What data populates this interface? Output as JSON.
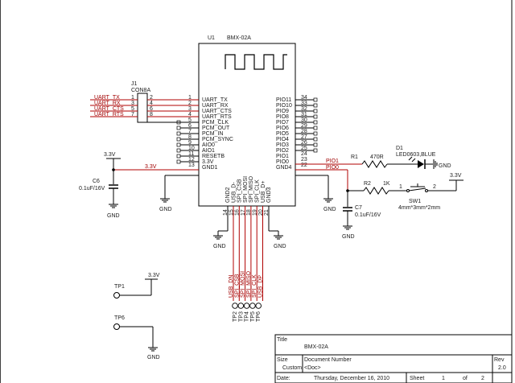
{
  "chip": {
    "ref": "U1",
    "value": "BMX-02A",
    "left_pins": [
      {
        "num": "1",
        "name": "UART_TX"
      },
      {
        "num": "2",
        "name": "UART_RX"
      },
      {
        "num": "3",
        "name": "UART_CTS"
      },
      {
        "num": "4",
        "name": "UART_RTS"
      },
      {
        "num": "5",
        "name": "PCM_CLK"
      },
      {
        "num": "6",
        "name": "PCM_OUT"
      },
      {
        "num": "7",
        "name": "PCM_IN"
      },
      {
        "num": "8",
        "name": "PCM_SYNC"
      },
      {
        "num": "9",
        "name": "AIO0"
      },
      {
        "num": "10",
        "name": "AIO1"
      },
      {
        "num": "11",
        "name": "RESETB"
      },
      {
        "num": "12",
        "name": "3.3V"
      },
      {
        "num": "13",
        "name": "GND1"
      }
    ],
    "right_pins": [
      {
        "num": "34",
        "name": "PIO11"
      },
      {
        "num": "33",
        "name": "PIO10"
      },
      {
        "num": "32",
        "name": "PIO9"
      },
      {
        "num": "31",
        "name": "PIO8"
      },
      {
        "num": "30",
        "name": "PIO7"
      },
      {
        "num": "29",
        "name": "PIO6"
      },
      {
        "num": "28",
        "name": "PIO5"
      },
      {
        "num": "27",
        "name": "PIO4"
      },
      {
        "num": "26",
        "name": "PIO3"
      },
      {
        "num": "25",
        "name": "PIO2"
      },
      {
        "num": "24",
        "name": "PIO1"
      },
      {
        "num": "23",
        "name": "PIO0"
      },
      {
        "num": "22",
        "name": "GND4"
      }
    ],
    "bottom_pins": [
      {
        "num": "14",
        "name": "GND2"
      },
      {
        "num": "15",
        "name": "USB_D-"
      },
      {
        "num": "16",
        "name": "SPI_CSB"
      },
      {
        "num": "17",
        "name": "SPI_MOSI"
      },
      {
        "num": "18",
        "name": "SPI_MISO"
      },
      {
        "num": "19",
        "name": "SPI_CLK"
      },
      {
        "num": "20",
        "name": "USB_D+"
      },
      {
        "num": "21",
        "name": "GND3"
      }
    ]
  },
  "connector": {
    "ref": "J1",
    "value": "CON8A",
    "pins": [
      {
        "left": "1",
        "right": "2",
        "net": "UART_TX"
      },
      {
        "left": "3",
        "right": "4",
        "net": "UART_RX"
      },
      {
        "left": "5",
        "right": "6",
        "net": "UART_CTS"
      },
      {
        "left": "7",
        "right": "8",
        "net": "UART_RTS"
      }
    ]
  },
  "nets": {
    "v33_left": "3.3V",
    "v33_wire": "3.3V",
    "v33_right": "3.3V",
    "v33_tp": "3.3V",
    "pio1": "PIO1",
    "pio0": "PIO0"
  },
  "parts": {
    "c6": {
      "ref": "C6",
      "value": "0.1uF/16V"
    },
    "c7": {
      "ref": "C7",
      "value": "0.1uF/16V"
    },
    "r1": {
      "ref": "R1",
      "value": "470R"
    },
    "r2": {
      "ref": "R2",
      "value": "1K"
    },
    "d1": {
      "ref": "D1",
      "value": "LED0603,BLUE"
    },
    "sw1": {
      "ref": "SW1",
      "value": "4mm*3mm*2mm",
      "pin1": "1",
      "pin2": "2"
    },
    "tp1": {
      "ref": "TP1"
    },
    "tp6": {
      "ref": "TP6"
    }
  },
  "gnd_label": "GND",
  "bottom_nets": [
    "USB_DN",
    "SPI_CSB",
    "SPI_MOSI",
    "SPI_MISO",
    "SPI_CLK",
    "USB_DP"
  ],
  "test_points": [
    "TP2",
    "TP3",
    "TP4",
    "TP5",
    "TP6"
  ],
  "title_block": {
    "title_label": "Title",
    "title_value": "BMX-02A",
    "size_label": "Size",
    "size_value": "Custom",
    "docnum_label": "Document Number",
    "docnum_value": "<Doc>",
    "rev_label": "Rev",
    "rev_value": "2.0",
    "date_label": "Date:",
    "date_value": "Thursday, December 16, 2010",
    "sheet_label": "Sheet",
    "sheet_num": "1",
    "of_label": "of",
    "sheet_total": "2"
  }
}
